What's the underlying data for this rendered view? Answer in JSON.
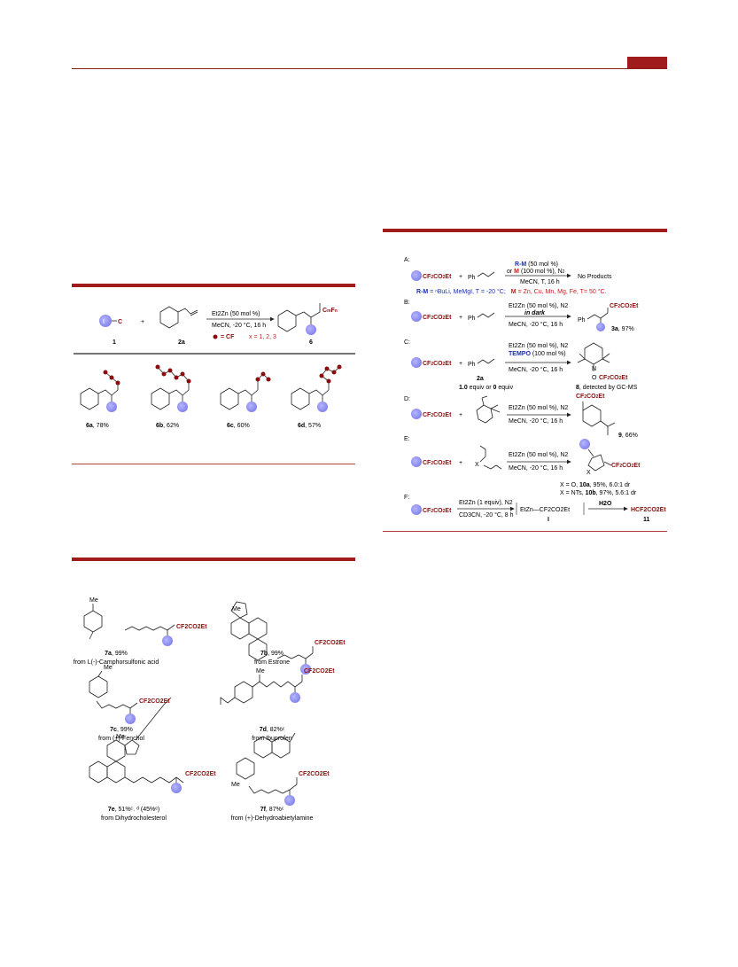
{
  "scheme_left": {
    "reagent_label": "C",
    "cond1": "Et2Zn (50 mol %)",
    "cond2": "MeCN, -20 °C, 16 h",
    "num1": "1",
    "num2": "2a",
    "num3": "6",
    "legend": "= CF",
    "legend_x": "x = 1, 2, 3",
    "products": [
      {
        "label": "6a",
        "yield": ", 78%"
      },
      {
        "label": "6b",
        "yield": ", 62%"
      },
      {
        "label": "6c",
        "yield": ", 60%"
      },
      {
        "label": "6d",
        "yield": ", 57%"
      }
    ]
  },
  "scheme_right": {
    "A": {
      "tag": "A:",
      "rm": "R-M",
      "rm_rest": " (50 mol %)",
      "or": "or ",
      "m": "M",
      "m_rest": " (100 mol %), N",
      "cond": "MeCN, T, 16 h",
      "result": "No Products",
      "note_rm": "R-M",
      "note_rm_rest": " = ⁿBuLi, MeMgI, T = -20 °C;",
      "note_m": "M",
      "note_m_rest": " = Zn, Cu, Mn, Mg, Fe, T= 50 °C."
    },
    "B": {
      "tag": "B:",
      "c1": "Et2Zn (50 mol %), N2",
      "c2": "in dark",
      "c3": "MeCN, -20 °C, 16 h",
      "prod": "3a",
      "yield": ", 97%"
    },
    "C": {
      "tag": "C:",
      "c1": "Et2Zn (50 mol %), N2",
      "c2": "TEMPO",
      "c2b": " (100 mol %)",
      "c3": "MeCN, -20 °C, 16 h",
      "sub": "2a",
      "equiv_a": "1.0",
      "equiv_mid": " equiv or ",
      "equiv_b": "0",
      "equiv_end": " equiv",
      "prod": "8",
      "prod_note": ", detected by GC-MS"
    },
    "D": {
      "tag": "D:",
      "c1": "Et2Zn (50 mol %), N2",
      "c3": "MeCN, -20 °C, 16 h",
      "prod": "9",
      "yield": ", 66%"
    },
    "E": {
      "tag": "E:",
      "c1": "Et2Zn (50 mol %), N2",
      "c3": "MeCN, -20 °C, 16 h",
      "line1a": "X = O, ",
      "line1b": "10a",
      "line1c": ", 95%, 6.0:1 dr",
      "line2a": "X = NTs, ",
      "line2b": "10b",
      "line2c": ", 97%, 5.6:1 dr"
    },
    "F": {
      "tag": "F:",
      "c1": "Et2Zn (1 equiv), N2",
      "c3": "CD3CN, -20 °C, 8 h",
      "inter": "EtZn—CF2CO2Et",
      "inter_num": "I",
      "h2o": "H2O",
      "prod": "HCF2CO2Et",
      "prod_num": "11"
    }
  },
  "scheme_bottom": {
    "items": [
      {
        "num": "7a",
        "yield": ", 99%",
        "source": "from L(-)-Camphorsulfonic acid"
      },
      {
        "num": "7b",
        "yield": ", 99%",
        "source": "from Estrone"
      },
      {
        "num": "7c",
        "yield": ", 99%",
        "source": "from (+)-Fenchol"
      },
      {
        "num": "7d",
        "yield": ", 82%ᶜ",
        "source": "from Ibuprofen"
      },
      {
        "num": "7e",
        "yield": ", 51%ᶜ˒ ᵈ (45%ᵉ)",
        "source": "from Dihydrocholesterol"
      },
      {
        "num": "7f",
        "yield": ", 87%ᶜ",
        "source": "from (+)-Dehydroabietylamine"
      }
    ],
    "group": "CF2CO2Et",
    "me": "Me"
  },
  "colors": {
    "accent": "#a01c1c",
    "bubble": "#8c8cf0",
    "text_red": "#8b0d0d",
    "blue": "#1a2fb0"
  }
}
